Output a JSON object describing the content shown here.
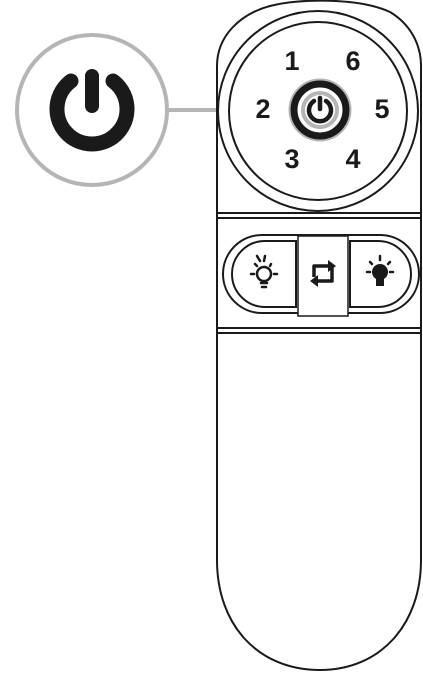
{
  "remote": {
    "channels": [
      {
        "label": "1"
      },
      {
        "label": "6"
      },
      {
        "label": "2"
      },
      {
        "label": "5"
      },
      {
        "label": "3"
      },
      {
        "label": "4"
      }
    ],
    "power_button": {
      "icon": "power-icon",
      "highlight_color": "#b5b5b5"
    },
    "callout": {
      "icon": "power-icon",
      "ring_color": "#b5b5b5"
    },
    "buttons": {
      "left": {
        "icon": "light-effect-icon"
      },
      "center": {
        "icon": "repeat-cycle-icon"
      },
      "right": {
        "icon": "light-bright-icon"
      }
    },
    "colors": {
      "line": "#1a1a1a",
      "highlight": "#b5b5b5",
      "background": "#ffffff"
    }
  }
}
